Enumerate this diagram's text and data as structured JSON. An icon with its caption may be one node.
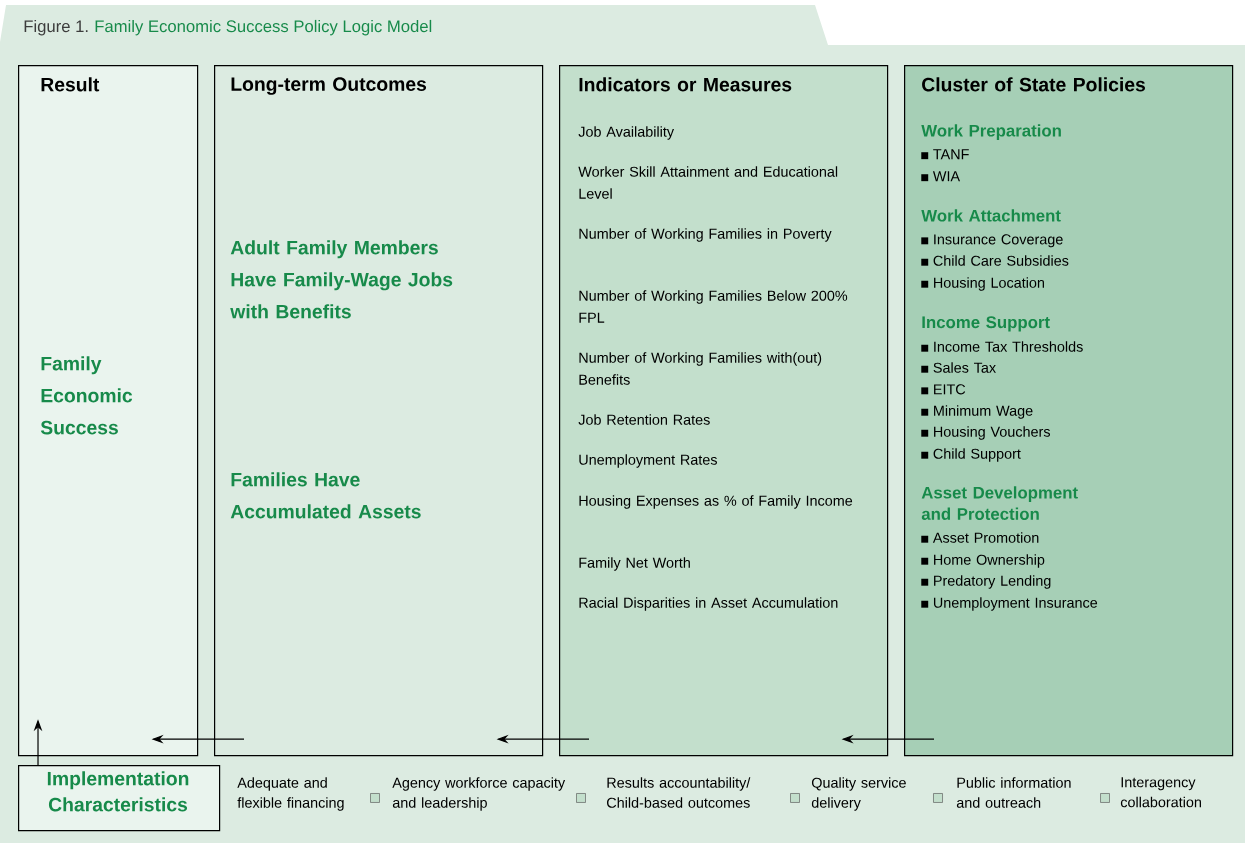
{
  "diagram": {
    "title": "Family Economic Success Policy Logic Model",
    "nodes": [
      {
        "text": [
          "Result",
          "Family Economic Success"
        ]
      },
      {
        "text": [
          "Long-term Outcomes",
          "Adult Family Members Have Family-Wage Jobs with Benefits",
          "Families Have Accumulated Assets"
        ]
      },
      {
        "text": [
          "Indicators or Measures",
          "Job Availability",
          "Worker Skill Attainment and Educational Level",
          "Number of Working Families in Poverty",
          "Number of Working Families Below 200% FPL",
          "Number of Working Families with(out) Benefits",
          "Job Retention Rates",
          "Unemployment Rates",
          "Housing Expenses as % of Family Income",
          "Family Net Worth",
          "Racial Disparities in Asset Accumulation"
        ]
      },
      {
        "text": [
          "Cluster of State Policies",
          "Work Preparation",
          "TANF",
          "WIA",
          "Work Attachment",
          "Insurance Coverage",
          "Child Care Subsidies",
          "Housing Location",
          "Income Support",
          "Income Tax Thresholds",
          "Sales Tax",
          "EITC",
          "Minimum Wage",
          "Housing Vouchers",
          "Child Support",
          "Asset Development and Protection",
          "Asset Promotion",
          "Home Ownership",
          "Predatory Lending",
          "Unemployment Insurance"
        ]
      },
      {
        "text": [
          "Implementation Characteristics"
        ]
      }
    ],
    "edges": [
      {
        "from": 1,
        "to": 0,
        "arrow": "to"
      },
      {
        "from": 2,
        "to": 1,
        "arrow": "to"
      },
      {
        "from": 3,
        "to": 2,
        "arrow": "to"
      },
      {
        "from": 4,
        "to": 0,
        "arrow": "to"
      }
    ],
    "labels": [
      "Figure 1.",
      "Adequate and flexible financing",
      "Agency workforce capacity and leadership",
      "Results accountability/ Child-based outcomes",
      "Quality service delivery",
      "Public information and outreach",
      "Interagency collaboration"
    ]
  }
}
